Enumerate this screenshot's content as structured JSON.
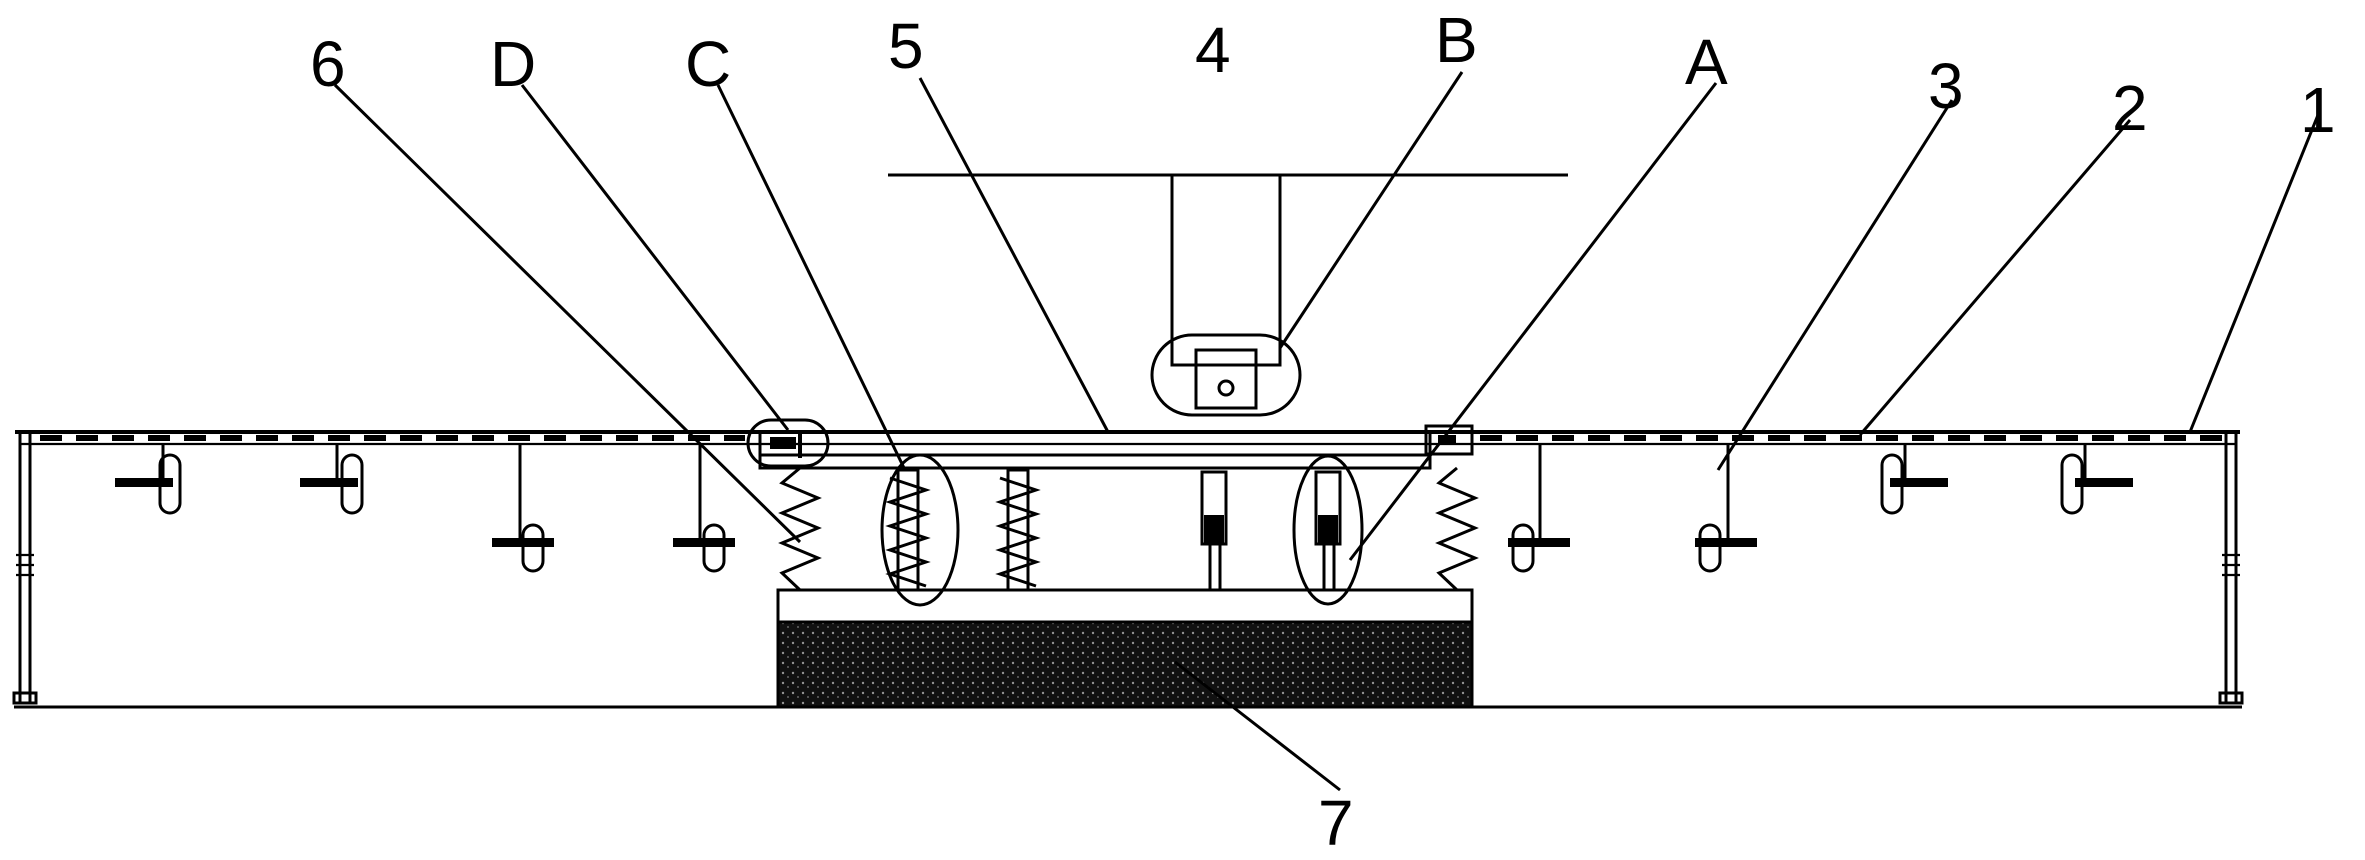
{
  "figure": {
    "callouts": [
      {
        "id": "6",
        "text": "6"
      },
      {
        "id": "D",
        "text": "D"
      },
      {
        "id": "C",
        "text": "C"
      },
      {
        "id": "5",
        "text": "5"
      },
      {
        "id": "4",
        "text": "4"
      },
      {
        "id": "B",
        "text": "B"
      },
      {
        "id": "A",
        "text": "A"
      },
      {
        "id": "3",
        "text": "3"
      },
      {
        "id": "2",
        "text": "2"
      },
      {
        "id": "1",
        "text": "1"
      },
      {
        "id": "7",
        "text": "7"
      }
    ],
    "colors": {
      "line": "#000000",
      "background": "#ffffff"
    }
  }
}
